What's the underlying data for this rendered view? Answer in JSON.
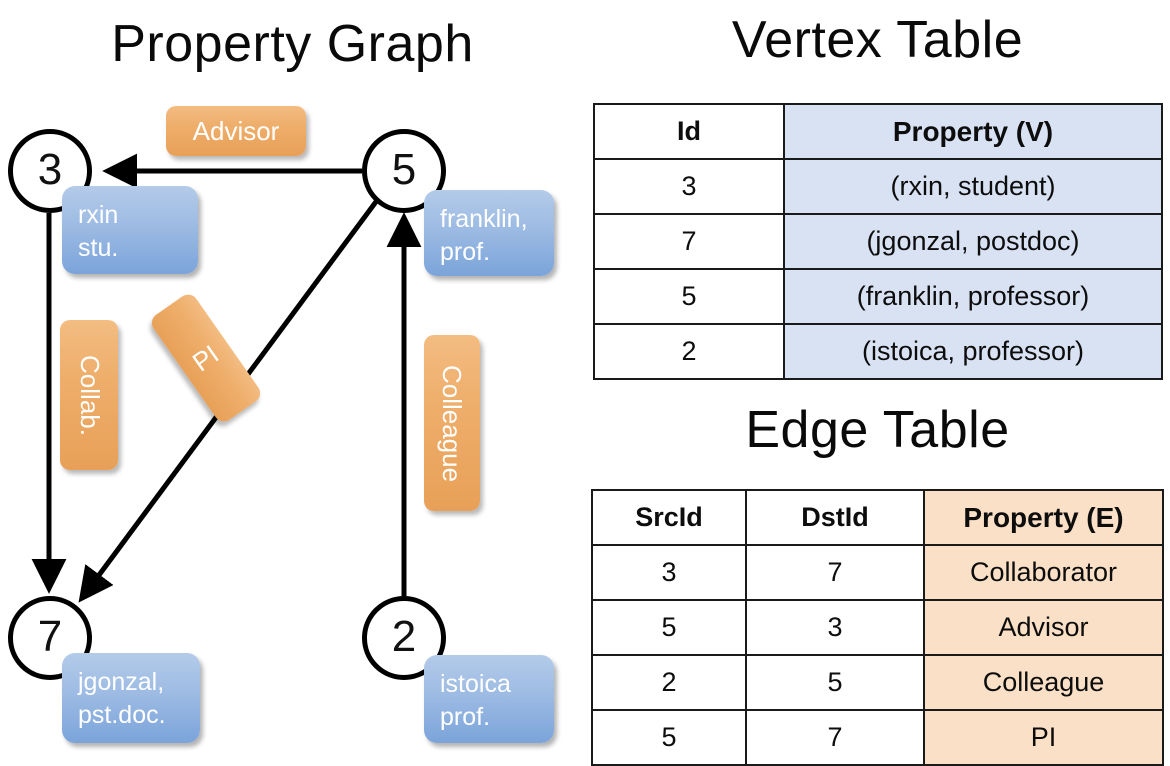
{
  "titles": {
    "property_graph": "Property Graph",
    "vertex_table": "Vertex Table",
    "edge_table": "Edge Table"
  },
  "graph": {
    "nodes": [
      {
        "id": "3",
        "property_lines": "rxin\nstu."
      },
      {
        "id": "5",
        "property_lines": "franklin,\nprof."
      },
      {
        "id": "7",
        "property_lines": "jgonzal,\npst.doc."
      },
      {
        "id": "2",
        "property_lines": "istoica\nprof."
      }
    ],
    "edge_labels": {
      "advisor": "Advisor",
      "collab": "Collab.",
      "pi": "PI",
      "colleague": "Colleague"
    }
  },
  "vertex_table": {
    "headers": [
      "Id",
      "Property (V)"
    ],
    "rows": [
      {
        "id": "3",
        "property": "(rxin, student)"
      },
      {
        "id": "7",
        "property": "(jgonzal, postdoc)"
      },
      {
        "id": "5",
        "property": "(franklin, professor)"
      },
      {
        "id": "2",
        "property": "(istoica, professor)"
      }
    ]
  },
  "edge_table": {
    "headers": [
      "SrcId",
      "DstId",
      "Property (E)"
    ],
    "rows": [
      {
        "src": "3",
        "dst": "7",
        "property": "Collaborator"
      },
      {
        "src": "5",
        "dst": "3",
        "property": "Advisor"
      },
      {
        "src": "2",
        "dst": "5",
        "property": "Colleague"
      },
      {
        "src": "5",
        "dst": "7",
        "property": "PI"
      }
    ]
  },
  "colors": {
    "vertex_property_fill": "#d9e2f3",
    "edge_property_fill": "#fae0c6",
    "node_box_blue": "#9dbbe3",
    "edge_label_orange": "#eeae6b",
    "stroke": "#000000"
  }
}
